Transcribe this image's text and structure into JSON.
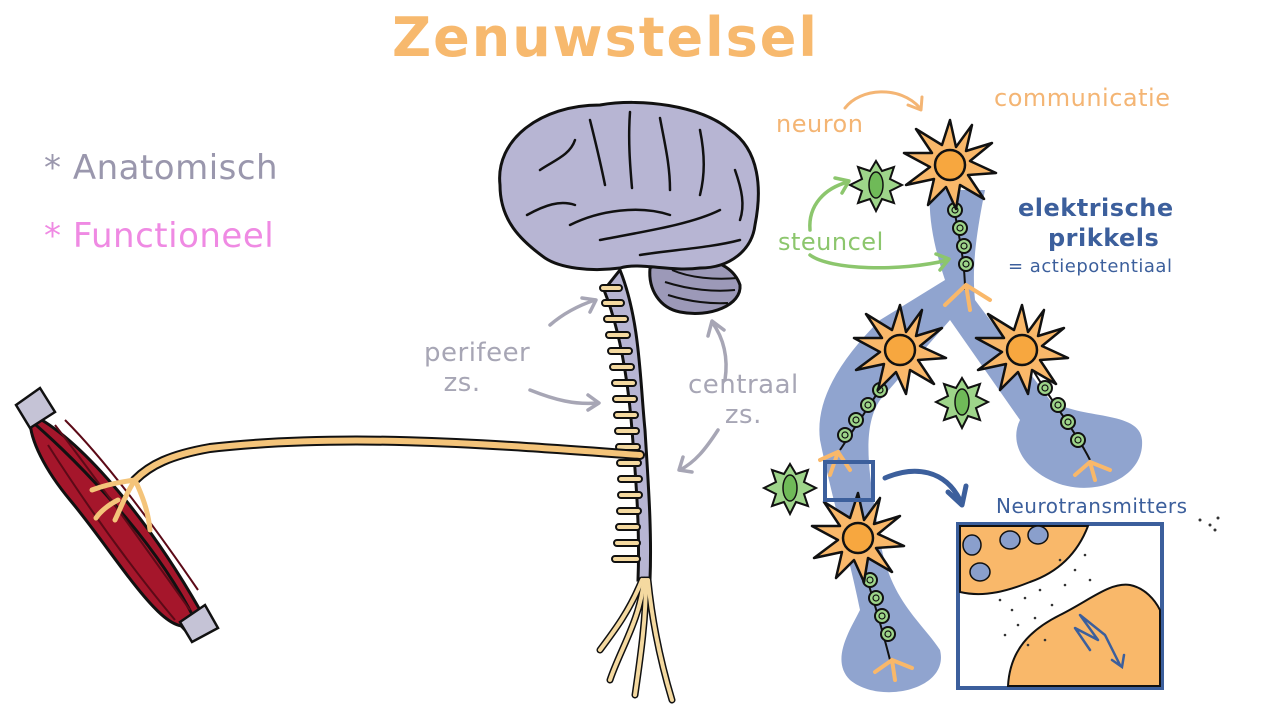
{
  "title": "Zenuwstelsel",
  "classification": {
    "items": [
      {
        "bullet": "*",
        "label": "Anatomisch",
        "color": "#9a97ad"
      },
      {
        "bullet": "*",
        "label": "Functioneel",
        "color": "#ef8ae3"
      }
    ]
  },
  "anatomy": {
    "peripheral_label_line1": "perifeer",
    "peripheral_label_line2": "zs.",
    "central_label_line1": "centraal",
    "central_label_line2": "zs."
  },
  "cells": {
    "neuron_label": "neuron",
    "communication_label": "communicatie",
    "support_cell_label": "steuncel",
    "electric_label_line1": "elektrische",
    "electric_label_line2": "prikkels",
    "action_potential_label": "= actiepotentiaal",
    "neurotransmitter_label": "Neurotransmitters"
  },
  "colors": {
    "title_orange": "#f7b96e",
    "neuron_orange": "#f9b86a",
    "nucleus_orange": "#f7a73f",
    "glia_green": "#9ed58a",
    "path_blue": "#8a9fcc",
    "brain_lavender": "#b7b5d3",
    "muscle_red": "#a5162b",
    "tendon_grey": "#c5c3d6",
    "nerve_yellow": "#f4c47a",
    "accent_blue": "#3c5f9c"
  }
}
